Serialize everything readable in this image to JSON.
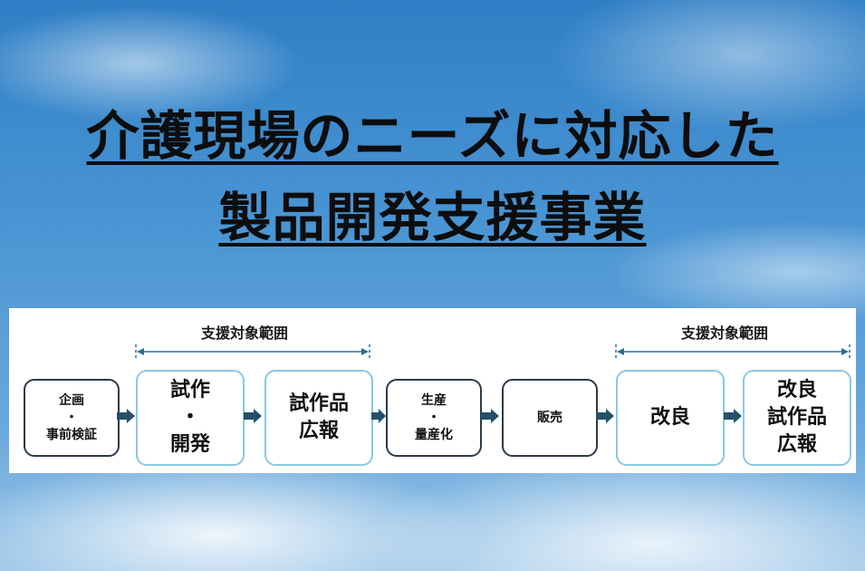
{
  "title": {
    "line1": "介護現場のニーズに対応した",
    "line2": "製品開発支援事業"
  },
  "ranges": [
    {
      "label": "支援対象範囲"
    },
    {
      "label": "支援対象範囲"
    }
  ],
  "steps": [
    {
      "lines": [
        "企画",
        "・",
        "事前検証"
      ],
      "supported": false
    },
    {
      "lines": [
        "試作",
        "・",
        "開発"
      ],
      "supported": true
    },
    {
      "lines": [
        "試作品",
        "広報"
      ],
      "supported": true
    },
    {
      "lines": [
        "生産",
        "・",
        "量産化"
      ],
      "supported": false
    },
    {
      "lines": [
        "販売"
      ],
      "supported": false
    },
    {
      "lines": [
        "改良"
      ],
      "supported": true
    },
    {
      "lines": [
        "改良",
        "試作品",
        "広報"
      ],
      "supported": true
    }
  ],
  "colors": {
    "arrow": "#25506a",
    "supported_border": "#8bc7e6",
    "plain_border": "#2b3a4a",
    "bracket": "#2d6f8f"
  }
}
